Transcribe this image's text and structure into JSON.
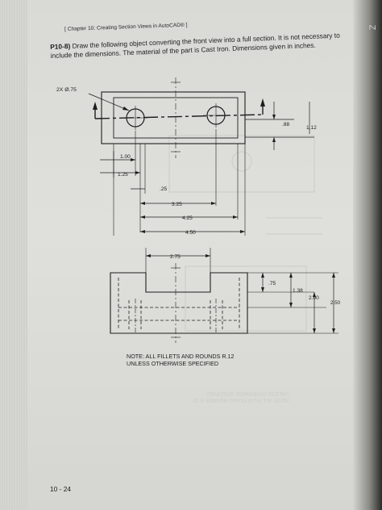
{
  "page": {
    "header": "[ Chapter 10:  Creating Section Views in AutoCAD® ]",
    "problem_number": "P10-8)",
    "problem_text": "Draw the following object converting the front view into a full section.  It is not necessary to include the dimensions.  The material of the part is Cast Iron.  Dimensions given in inches.",
    "page_number": "10 - 24",
    "spine_letter": "Z"
  },
  "top_view": {
    "hole_callout": "2X Ø.75",
    "dims": {
      "d_1_00": "1.00",
      "d_1_25": "1.25",
      "d_0_25": ".25",
      "d_3_25": "3.25",
      "d_4_25": "4.25",
      "d_4_50": "4.50",
      "d_0_88": ".88",
      "d_1_12": "1.12"
    }
  },
  "front_view": {
    "dims": {
      "d_2_75": "2.75",
      "d_0_75": ".75",
      "d_1_38": "1.38",
      "d_2_00": "2.00",
      "d_2_50": "2.50"
    },
    "note_line1": "NOTE: ALL FILLETS AND ROUNDS R.12",
    "note_line2": "UNLESS OTHERWISE SPECIFIED"
  },
  "bleed_through": {
    "note_line1": "NOTE: ALL FILLETS AND ROUNDS R.12",
    "note_line2": "UNLESS OTHERWISE SPECIFIED"
  }
}
